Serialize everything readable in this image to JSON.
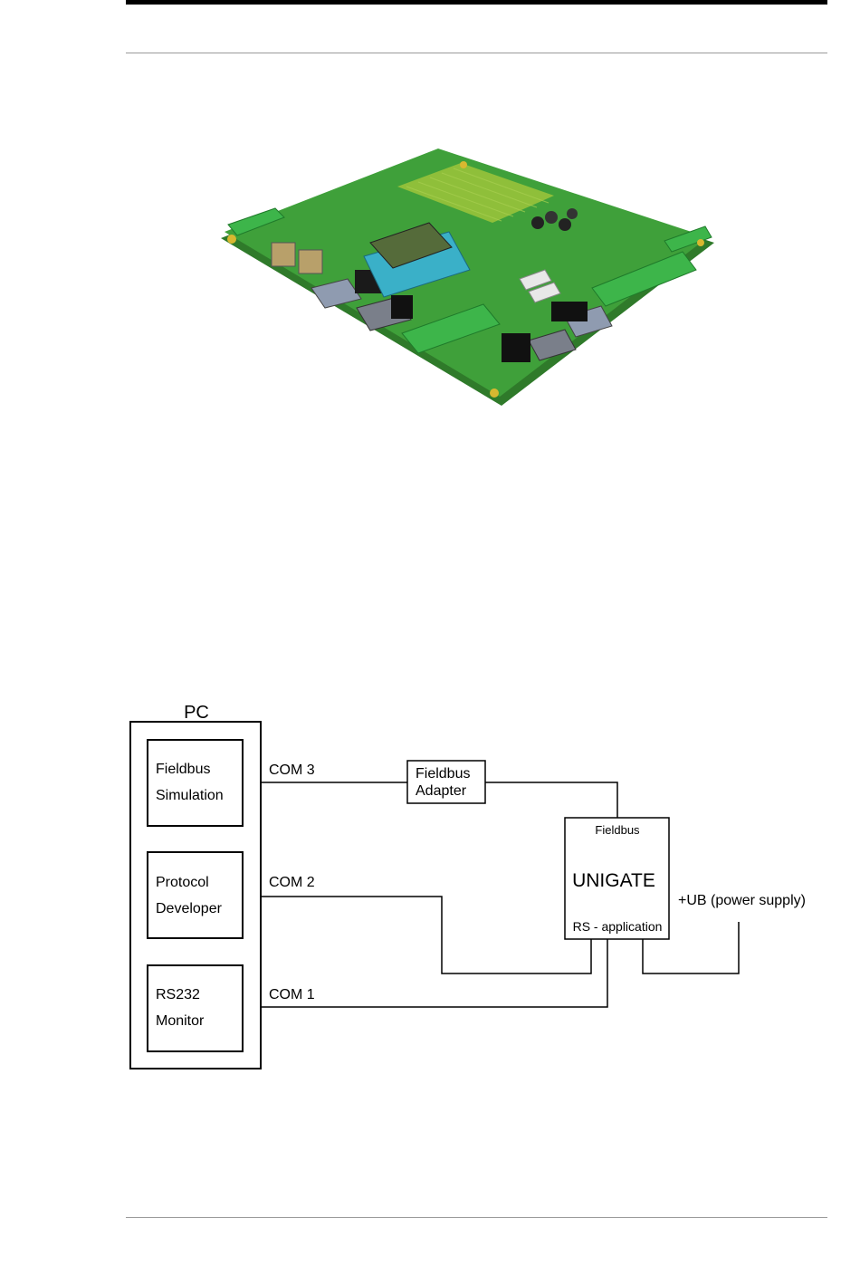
{
  "diagram": {
    "pc_label": "PC",
    "modules": [
      {
        "line1": "Fieldbus",
        "line2": "Simulation"
      },
      {
        "line1": "Protocol",
        "line2": "Developer"
      },
      {
        "line1": "RS232",
        "line2": "Monitor"
      }
    ],
    "ports": [
      "COM 3",
      "COM 2",
      "COM 1"
    ],
    "adapter": {
      "line1": "Fieldbus",
      "line2": "Adapter"
    },
    "unigate": {
      "top": "Fieldbus",
      "name": "UNIGATE",
      "bottom": "RS - application"
    },
    "power_label": "+UB (power supply)"
  }
}
